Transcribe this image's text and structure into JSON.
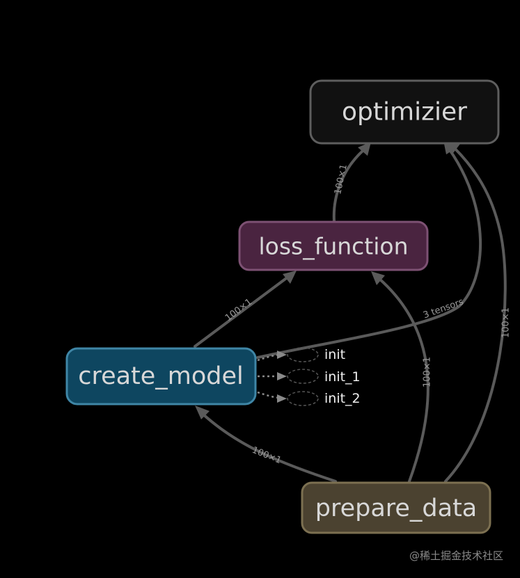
{
  "nodes": {
    "optimizier": {
      "label": "optimizier",
      "fill": "#111111",
      "border": "#5e5e5e"
    },
    "loss_function": {
      "label": "loss_function",
      "fill": "#4a2440",
      "border": "#7d5173"
    },
    "create_model": {
      "label": "create_model",
      "fill": "#0e4660",
      "border": "#3f86a6"
    },
    "prepare_data": {
      "label": "prepare_data",
      "fill": "#4b4230",
      "border": "#7c7051"
    }
  },
  "edges": {
    "loss_to_optimizier": {
      "label": "100×1"
    },
    "model_to_loss": {
      "label": "100×1"
    },
    "model_to_optimizier": {
      "label": "3 tensors"
    },
    "data_to_model": {
      "label": "100×1"
    },
    "data_to_loss": {
      "label": "100×1"
    },
    "data_to_optimizier": {
      "label": "100×1"
    }
  },
  "init_nodes": [
    "init",
    "init_1",
    "init_2"
  ],
  "colors": {
    "background": "#000000",
    "edge": "#5a5a5a",
    "edge_label": "#9a9a9a"
  },
  "watermark": "@稀土掘金技术社区"
}
